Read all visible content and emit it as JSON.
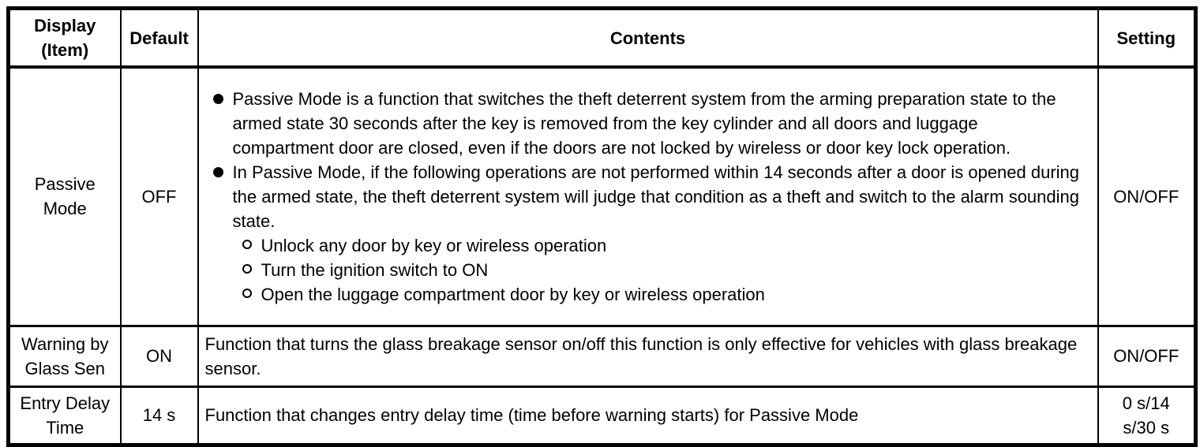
{
  "document": {
    "colors": {
      "border": "#000000",
      "background": "#ffffff",
      "text": "#000000"
    },
    "header": {
      "display_item": "Display (Item)",
      "default": "Default",
      "contents": "Contents",
      "setting": "Setting"
    },
    "rows": [
      {
        "item": "Passive Mode",
        "default": "OFF",
        "setting": "ON/OFF",
        "bullets": [
          {
            "text": "Passive Mode is a function that switches the theft deterrent system from the arming preparation state to the armed state 30 seconds after the key is removed from the key cylinder and all doors and luggage compartment door are closed, even if the doors are not locked by wireless or door key lock operation."
          },
          {
            "text": "In Passive Mode, if the following operations are not performed within 14 seconds after a door is opened during the armed state, the theft deterrent system will judge that condition as a theft and switch to the alarm sounding state."
          }
        ],
        "sub_bullets": [
          "Unlock any door by key or wireless operation",
          "Turn the ignition switch to ON",
          "Open the luggage compartment door by key or wireless operation"
        ]
      },
      {
        "item": "Warning by Glass Sen",
        "default": "ON",
        "contents": "Function that turns the glass breakage sensor on/off this function is only effective for vehicles with glass breakage sensor.",
        "setting": "ON/OFF"
      },
      {
        "item": "Entry Delay Time",
        "default": "14 s",
        "contents": "Function that changes entry delay time (time before warning starts) for Passive Mode",
        "setting": "0 s/14 s/30 s"
      }
    ]
  }
}
